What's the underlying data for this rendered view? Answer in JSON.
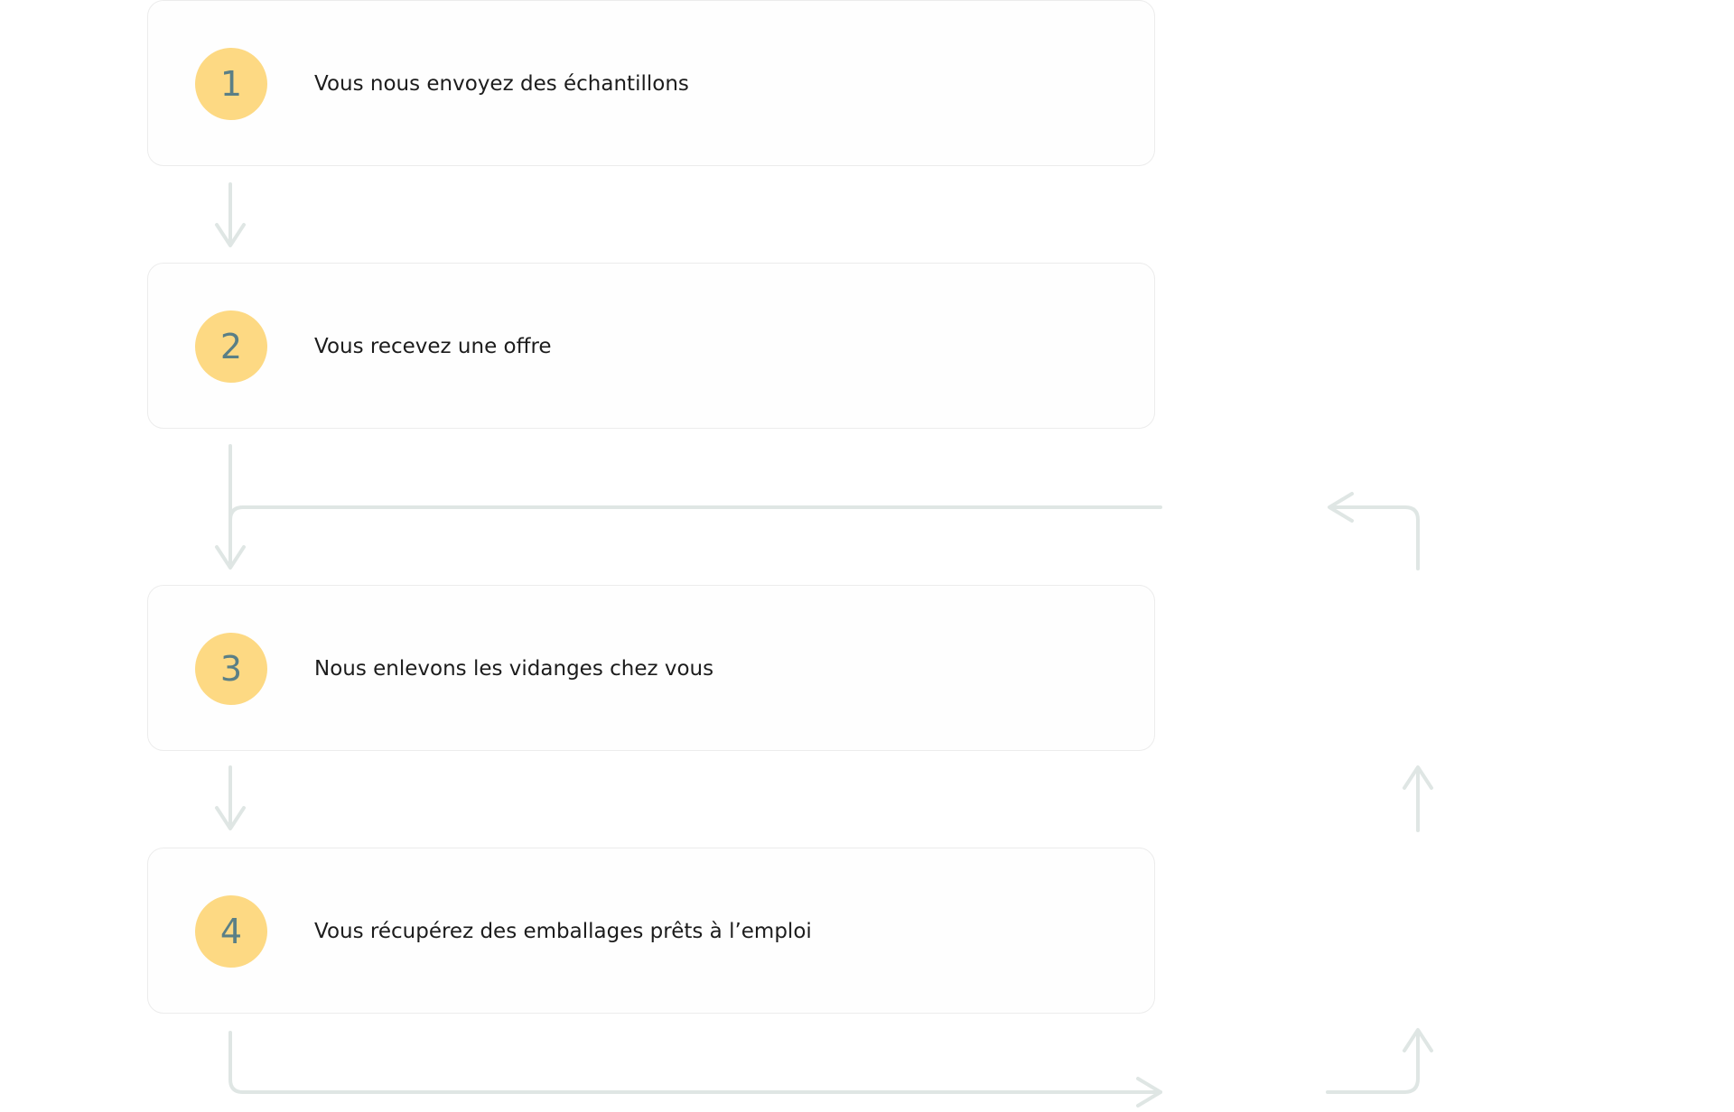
{
  "colors": {
    "badge_fill": "#fdd983",
    "badge_text": "#5a7f86",
    "arrow": "#dfe6e4",
    "card_border": "#ececec"
  },
  "steps": [
    {
      "number": "1",
      "label": "Vous nous envoyez des échantillons"
    },
    {
      "number": "2",
      "label": "Vous recevez une offre"
    },
    {
      "number": "3",
      "label": "Nous enlevons les vidanges chez vous"
    },
    {
      "number": "4",
      "label": "Vous récupérez des emballages prêts à l’emploi"
    }
  ]
}
